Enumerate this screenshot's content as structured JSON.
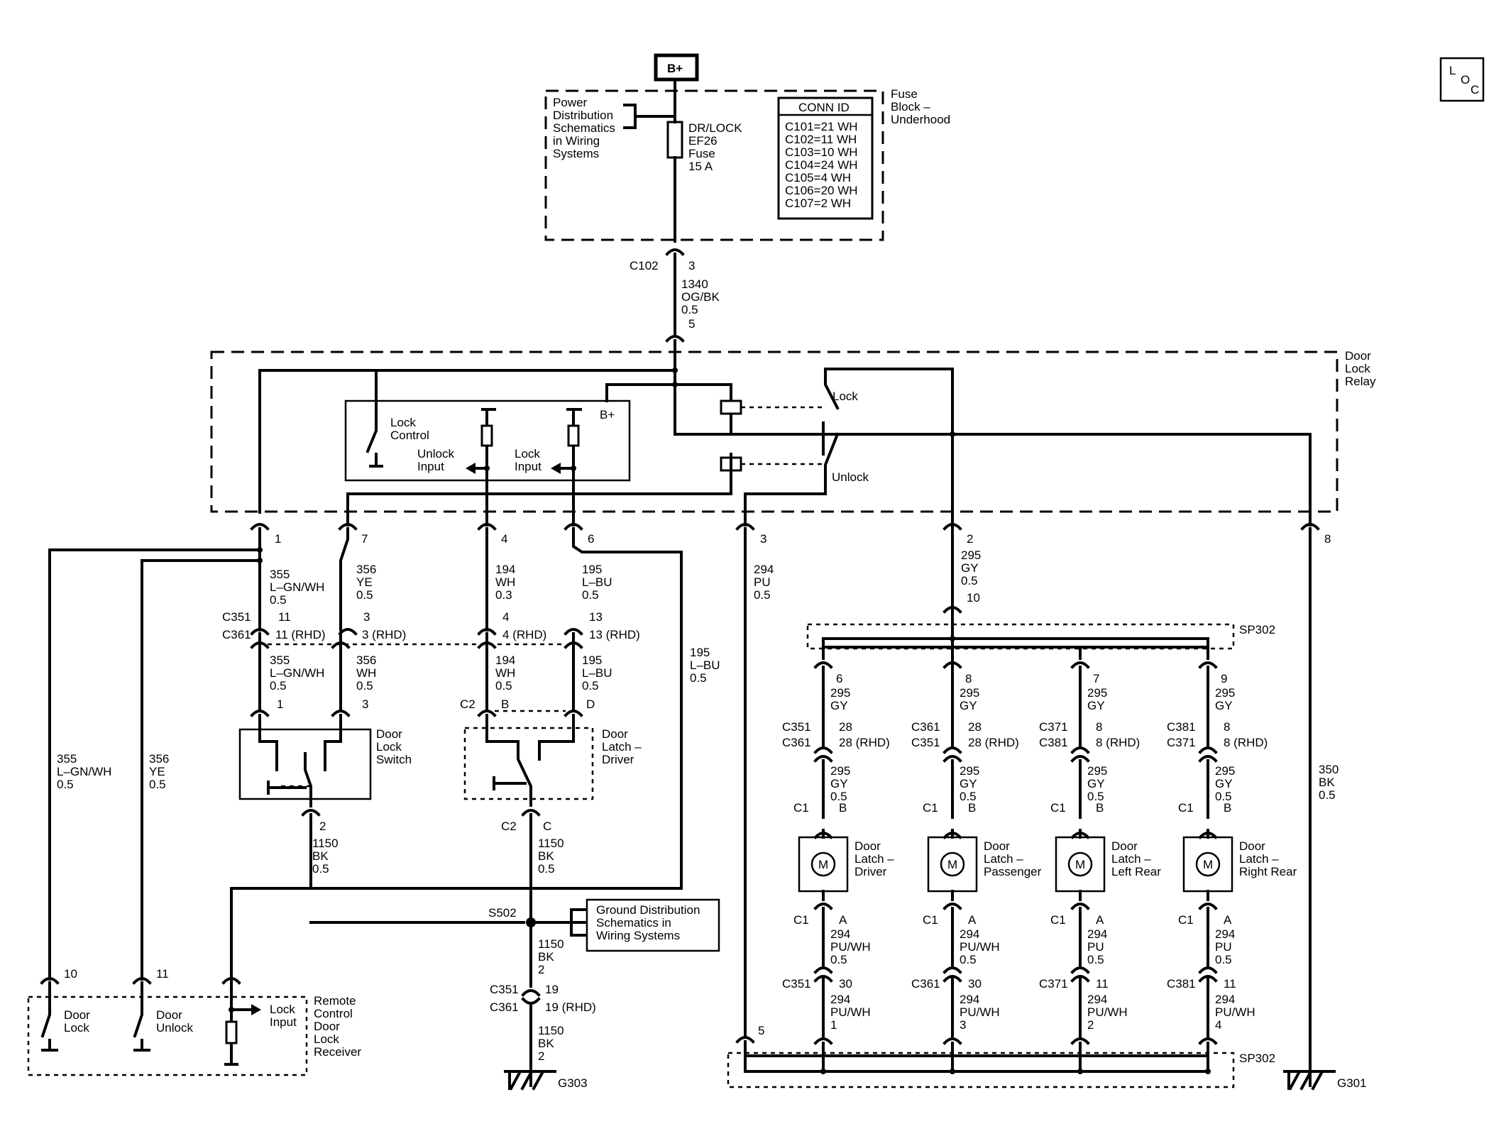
{
  "loc_icon": {
    "l": "L",
    "o": "O",
    "c": "C"
  },
  "power": {
    "bplus": "B+"
  },
  "fuse_block": {
    "title": [
      "Fuse",
      "Block –",
      "Underhood"
    ],
    "power_ref": [
      "Power",
      "Distribution",
      "Schematics",
      "in Wiring",
      "Systems"
    ],
    "fuse_label": [
      "DR/LOCK",
      "EF26",
      "Fuse",
      "15 A"
    ],
    "conn_id_header": "CONN ID",
    "conn_ids": [
      "C101=21 WH",
      "C102=11 WH",
      "C103=10 WH",
      "C104=24 WH",
      "C105=4 WH",
      "C106=20 WH",
      "C107=2 WH"
    ]
  },
  "c102": {
    "conn": "C102",
    "pin": "3",
    "wire": [
      "1340",
      "OG/BK",
      "0.5"
    ],
    "pin2": "5"
  },
  "relay": {
    "title": [
      "Door",
      "Lock",
      "Relay"
    ],
    "lock": "Lock",
    "unlock": "Unlock",
    "lock_control": [
      "Lock",
      "Control"
    ],
    "unlock_input": [
      "Unlock",
      "Input"
    ],
    "lock_input": [
      "Lock",
      "Input"
    ],
    "bplus": "B+",
    "pins": [
      "1",
      "7",
      "4",
      "6",
      "3",
      "2",
      "8"
    ]
  },
  "wires": {
    "w355": [
      "355",
      "L–GN/WH",
      "0.5"
    ],
    "w356": [
      "356",
      "YE",
      "0.5"
    ],
    "w194": [
      "194",
      "WH",
      "0.3"
    ],
    "w195": [
      "195",
      "L–BU",
      "0.5"
    ],
    "w294": [
      "294",
      "PU",
      "0.5"
    ],
    "w295": [
      "295",
      "GY",
      "0.5"
    ],
    "w195b": [
      "195",
      "L–BU",
      "0.5"
    ],
    "w350": [
      "350",
      "BK",
      "0.5"
    ],
    "w355b": [
      "355",
      "L–GN/WH",
      "0.5"
    ],
    "w356b": [
      "356",
      "YE",
      "0.5"
    ],
    "w355c": [
      "355",
      "L–GN/WH",
      "0.5"
    ],
    "w356c": [
      "356",
      "WH",
      "0.5"
    ],
    "w194c": [
      "194",
      "WH",
      "0.5"
    ],
    "w195c": [
      "195",
      "L–BU",
      "0.5"
    ]
  },
  "inline_conn": {
    "c351": "C351",
    "c361": "C361",
    "p11": "11",
    "p11r": "11 (RHD)",
    "p3": "3",
    "p3r": "3 (RHD)",
    "p4": "4",
    "p4r": "4 (RHD)",
    "p13": "13",
    "p13r": "13 (RHD)",
    "p10": "10"
  },
  "door_lock_switch": {
    "title": [
      "Door",
      "Lock",
      "Switch"
    ],
    "pin1": "1",
    "pin3": "3",
    "pin2": "2",
    "wire": [
      "1150",
      "BK",
      "0.5"
    ]
  },
  "door_latch_driver_switch": {
    "title": [
      "Door",
      "Latch –",
      "Driver"
    ],
    "c2": "C2",
    "pinB": "B",
    "pinD": "D",
    "c2b": "C2",
    "pinC": "C",
    "wire": [
      "1150",
      "BK",
      "0.5"
    ]
  },
  "ground": {
    "s502": "S502",
    "gnd_ref": [
      "Ground Distribution",
      "Schematics in",
      "Wiring Systems"
    ],
    "wire_a": [
      "1150",
      "BK",
      "2"
    ],
    "c351": "C351",
    "c361": "C361",
    "p19": "19",
    "p19r": "19 (RHD)",
    "wire_b": [
      "1150",
      "BK",
      "2"
    ],
    "g303": "G303",
    "g301": "G301"
  },
  "remote": {
    "title": [
      "Remote",
      "Control",
      "Door",
      "Lock",
      "Receiver"
    ],
    "door_lock": [
      "Door",
      "Lock"
    ],
    "door_unlock": [
      "Door",
      "Unlock"
    ],
    "lock_input": [
      "Lock",
      "Input"
    ],
    "pins": [
      "10",
      "11"
    ]
  },
  "sp302": "SP302",
  "latches": [
    {
      "pin_top": "6",
      "wire_a": [
        "295",
        "GY"
      ],
      "conn1": "C351",
      "conn2": "C361",
      "p1": "28",
      "p2": "28 (RHD)",
      "wire_b": [
        "295",
        "GY",
        "0.5"
      ],
      "c1": "C1",
      "pinB": "B",
      "title": [
        "Door",
        "Latch –",
        "Driver"
      ],
      "c1b": "C1",
      "pinA": "A",
      "wire_c": [
        "294",
        "PU/WH",
        "0.5"
      ],
      "conn3": "C351",
      "p3": "30",
      "wire_d": [
        "294",
        "PU/WH",
        "1"
      ]
    },
    {
      "pin_top": "8",
      "wire_a": [
        "295",
        "GY"
      ],
      "conn1": "C361",
      "conn2": "C351",
      "p1": "28",
      "p2": "28 (RHD)",
      "wire_b": [
        "295",
        "GY",
        "0.5"
      ],
      "c1": "C1",
      "pinB": "B",
      "title": [
        "Door",
        "Latch –",
        "Passenger"
      ],
      "c1b": "C1",
      "pinA": "A",
      "wire_c": [
        "294",
        "PU/WH",
        "0.5"
      ],
      "conn3": "C361",
      "p3": "30",
      "wire_d": [
        "294",
        "PU/WH",
        "3"
      ]
    },
    {
      "pin_top": "7",
      "wire_a": [
        "295",
        "GY"
      ],
      "conn1": "C371",
      "conn2": "C381",
      "p1": "8",
      "p2": "8 (RHD)",
      "wire_b": [
        "295",
        "GY",
        "0.5"
      ],
      "c1": "C1",
      "pinB": "B",
      "title": [
        "Door",
        "Latch –",
        "Left Rear"
      ],
      "c1b": "C1",
      "pinA": "A",
      "wire_c": [
        "294",
        "PU",
        "0.5"
      ],
      "conn3": "C371",
      "p3": "11",
      "wire_d": [
        "294",
        "PU/WH",
        "2"
      ]
    },
    {
      "pin_top": "9",
      "wire_a": [
        "295",
        "GY"
      ],
      "conn1": "C381",
      "conn2": "C371",
      "p1": "8",
      "p2": "8 (RHD)",
      "wire_b": [
        "295",
        "GY",
        "0.5"
      ],
      "c1": "C1",
      "pinB": "B",
      "title": [
        "Door",
        "Latch –",
        "Right Rear"
      ],
      "c1b": "C1",
      "pinA": "A",
      "wire_c": [
        "294",
        "PU",
        "0.5"
      ],
      "conn3": "C381",
      "p3": "11",
      "wire_d": [
        "294",
        "PU/WH",
        "4"
      ]
    }
  ],
  "motor_symbol": "M",
  "sp302_bottom_pin": "5"
}
